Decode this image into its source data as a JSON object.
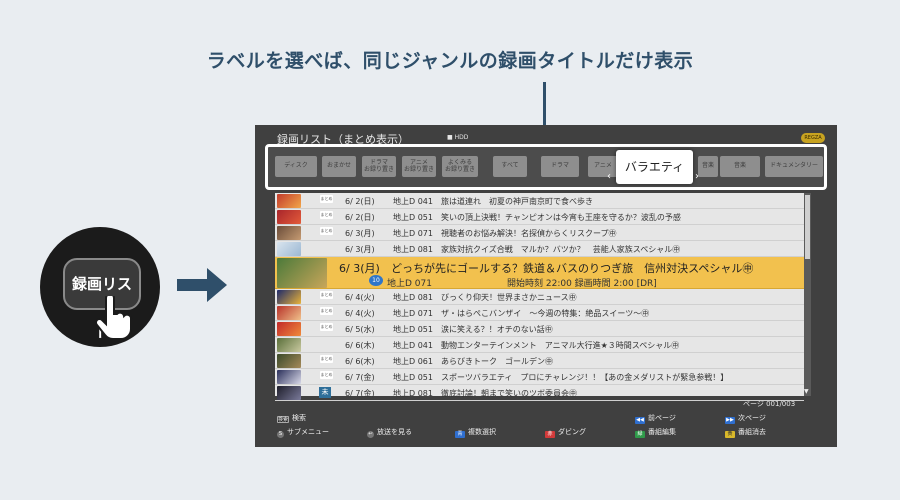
{
  "caption": "ラベルを選べば、同じジャンルの録画タイトルだけ表示",
  "remote": {
    "button_label": "録画リスト"
  },
  "screen": {
    "title": "録画リスト（まとめ表示）",
    "status": "■ HDD",
    "logo": "REGZA",
    "labels": [
      "ディスク",
      "おまかせ",
      "ドラマ\nお録り置き",
      "アニメ\nお録り置き",
      "よくみる\nお録り置き",
      "すべて",
      "ドラマ",
      "アニメ",
      "バラエティ",
      "音楽",
      "音楽",
      "ドキュメンタリー"
    ],
    "selected_label": "バラエティ",
    "rows": [
      {
        "badge": "まとめ",
        "date": "6/ 2(日)",
        "channel": "地上D 041",
        "title": "旅は道連れ　初夏の神戸南京町で食べ歩き"
      },
      {
        "badge": "まとめ",
        "date": "6/ 2(日)",
        "channel": "地上D 051",
        "title": "笑いの頂上決戦！チャンピオンは今宵も王座を守るか？波乱の予感"
      },
      {
        "badge": "まとめ",
        "date": "6/ 3(月)",
        "channel": "地上D 071",
        "title": "視聴者のお悩み解決！名探偵からくリスクープ㊥"
      },
      {
        "badge": "",
        "date": "6/ 3(月)",
        "channel": "地上D 081",
        "title": "家族対抗クイズ合戦　マルか？バツか？　芸能人家族スペシャル㊥"
      },
      {
        "badge": "まとめ",
        "date": "6/ 4(火)",
        "channel": "地上D 081",
        "title": "びっくり仰天！世界まさかニュース㊥"
      },
      {
        "badge": "まとめ",
        "date": "6/ 4(火)",
        "channel": "地上D 071",
        "title": "ザ・はらぺこバンザイ　～今週の特集：絶品スイーツ～㊥"
      },
      {
        "badge": "まとめ",
        "date": "6/ 5(水)",
        "channel": "地上D 051",
        "title": "涙に笑える？！オチのない話㊥"
      },
      {
        "badge": "",
        "date": "6/ 6(木)",
        "channel": "地上D 041",
        "title": "動物エンターテインメント　アニマル大行進★３時間スペシャル㊥"
      },
      {
        "badge": "まとめ",
        "date": "6/ 6(木)",
        "channel": "地上D 061",
        "title": "あらびきトーク　ゴールデン㊥"
      },
      {
        "badge": "まとめ",
        "date": "6/ 7(金)",
        "channel": "地上D 051",
        "title": "スポーツバラエティ　プロにチャレンジ！！【あの金メダリストが緊急参戦！】"
      },
      {
        "badge": "未",
        "date": "6/ 7(金)",
        "channel": "地上D 081",
        "title": "徹底討論！朝まで笑いのツボ委員会㊥"
      }
    ],
    "selected_row": {
      "date": "6/ 3(月)",
      "title": "どっちが先にゴールする？鉄道＆バスのりつぎ旅　信州対決スペシャル㊥",
      "icon": "10",
      "channel": "地上D 071",
      "detail": "開始時刻 22:00 録画時間 2:00 [DR]"
    },
    "page": "ページ 001/003",
    "footer": {
      "search": "検索",
      "submenu": "サブメニュー",
      "watch": "放送を見る",
      "multi": "複数選択",
      "dubbing": "ダビング",
      "edit": "番組編集",
      "delete": "番組消去",
      "prev": "前ページ",
      "next": "次ページ"
    },
    "colors": {
      "selected_row": "#f2c14e",
      "blue_key": "#2f6fd0",
      "red_key": "#d23a3a",
      "green_key": "#2f9a4a",
      "yellow_key": "#d8b82a"
    }
  }
}
